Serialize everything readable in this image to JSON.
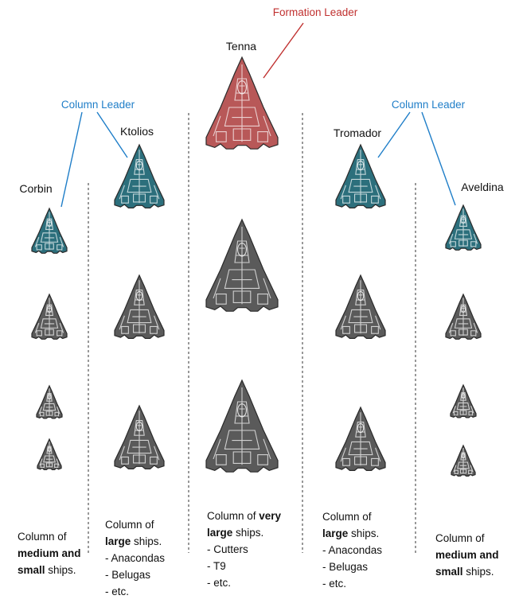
{
  "colors": {
    "leader": "#c0302f",
    "column_leader": "#1f7ec8",
    "ship_grey": "#5a5a5a",
    "ship_teal": "#2c6f7c",
    "ship_red": "#b85858",
    "divider": "#333333"
  },
  "icons": {
    "ship": "ship-icon"
  },
  "labels": {
    "formation_leader": "Formation Leader",
    "column_leader_left": "Column Leader",
    "column_leader_right": "Column Leader"
  },
  "pilots": {
    "corbin": "Corbin",
    "ktolios": "Ktolios",
    "tenna": "Tenna",
    "tromador": "Tromador",
    "aveldina": "Aveldina"
  },
  "columns": [
    {
      "id": "col1",
      "ships": [
        "teal",
        "grey",
        "grey",
        "grey"
      ],
      "description": [
        [
          {
            "t": "Column of"
          }
        ],
        [
          {
            "t": "medium and",
            "b": true
          }
        ],
        [
          {
            "t": "small",
            "b": true
          },
          {
            "t": " ships."
          }
        ]
      ]
    },
    {
      "id": "col2",
      "ships": [
        "teal",
        "grey",
        "grey"
      ],
      "description": [
        [
          {
            "t": "Column of"
          }
        ],
        [
          {
            "t": "large",
            "b": true
          },
          {
            "t": " ships."
          }
        ],
        [
          {
            "t": " - Anacondas"
          }
        ],
        [
          {
            "t": "- Belugas"
          }
        ],
        [
          {
            "t": "- etc."
          }
        ]
      ]
    },
    {
      "id": "col3",
      "ships": [
        "red",
        "grey",
        "grey"
      ],
      "description": [
        [
          {
            "t": "Column of "
          },
          {
            "t": "very",
            "b": true
          }
        ],
        [
          {
            "t": "large",
            "b": true
          },
          {
            "t": " ships."
          }
        ],
        [
          {
            "t": "- Cutters"
          }
        ],
        [
          {
            "t": "- T9"
          }
        ],
        [
          {
            "t": "- etc."
          }
        ]
      ]
    },
    {
      "id": "col4",
      "ships": [
        "teal",
        "grey",
        "grey"
      ],
      "description": [
        [
          {
            "t": "Column of"
          }
        ],
        [
          {
            "t": "large",
            "b": true
          },
          {
            "t": " ships."
          }
        ],
        [
          {
            "t": " - Anacondas"
          }
        ],
        [
          {
            "t": "- Belugas"
          }
        ],
        [
          {
            "t": "- etc."
          }
        ]
      ]
    },
    {
      "id": "col5",
      "ships": [
        "teal",
        "grey",
        "grey",
        "grey"
      ],
      "description": [
        [
          {
            "t": "Column of"
          }
        ],
        [
          {
            "t": "medium and",
            "b": true
          }
        ],
        [
          {
            "t": "small",
            "b": true
          },
          {
            "t": " ships."
          }
        ]
      ]
    }
  ]
}
